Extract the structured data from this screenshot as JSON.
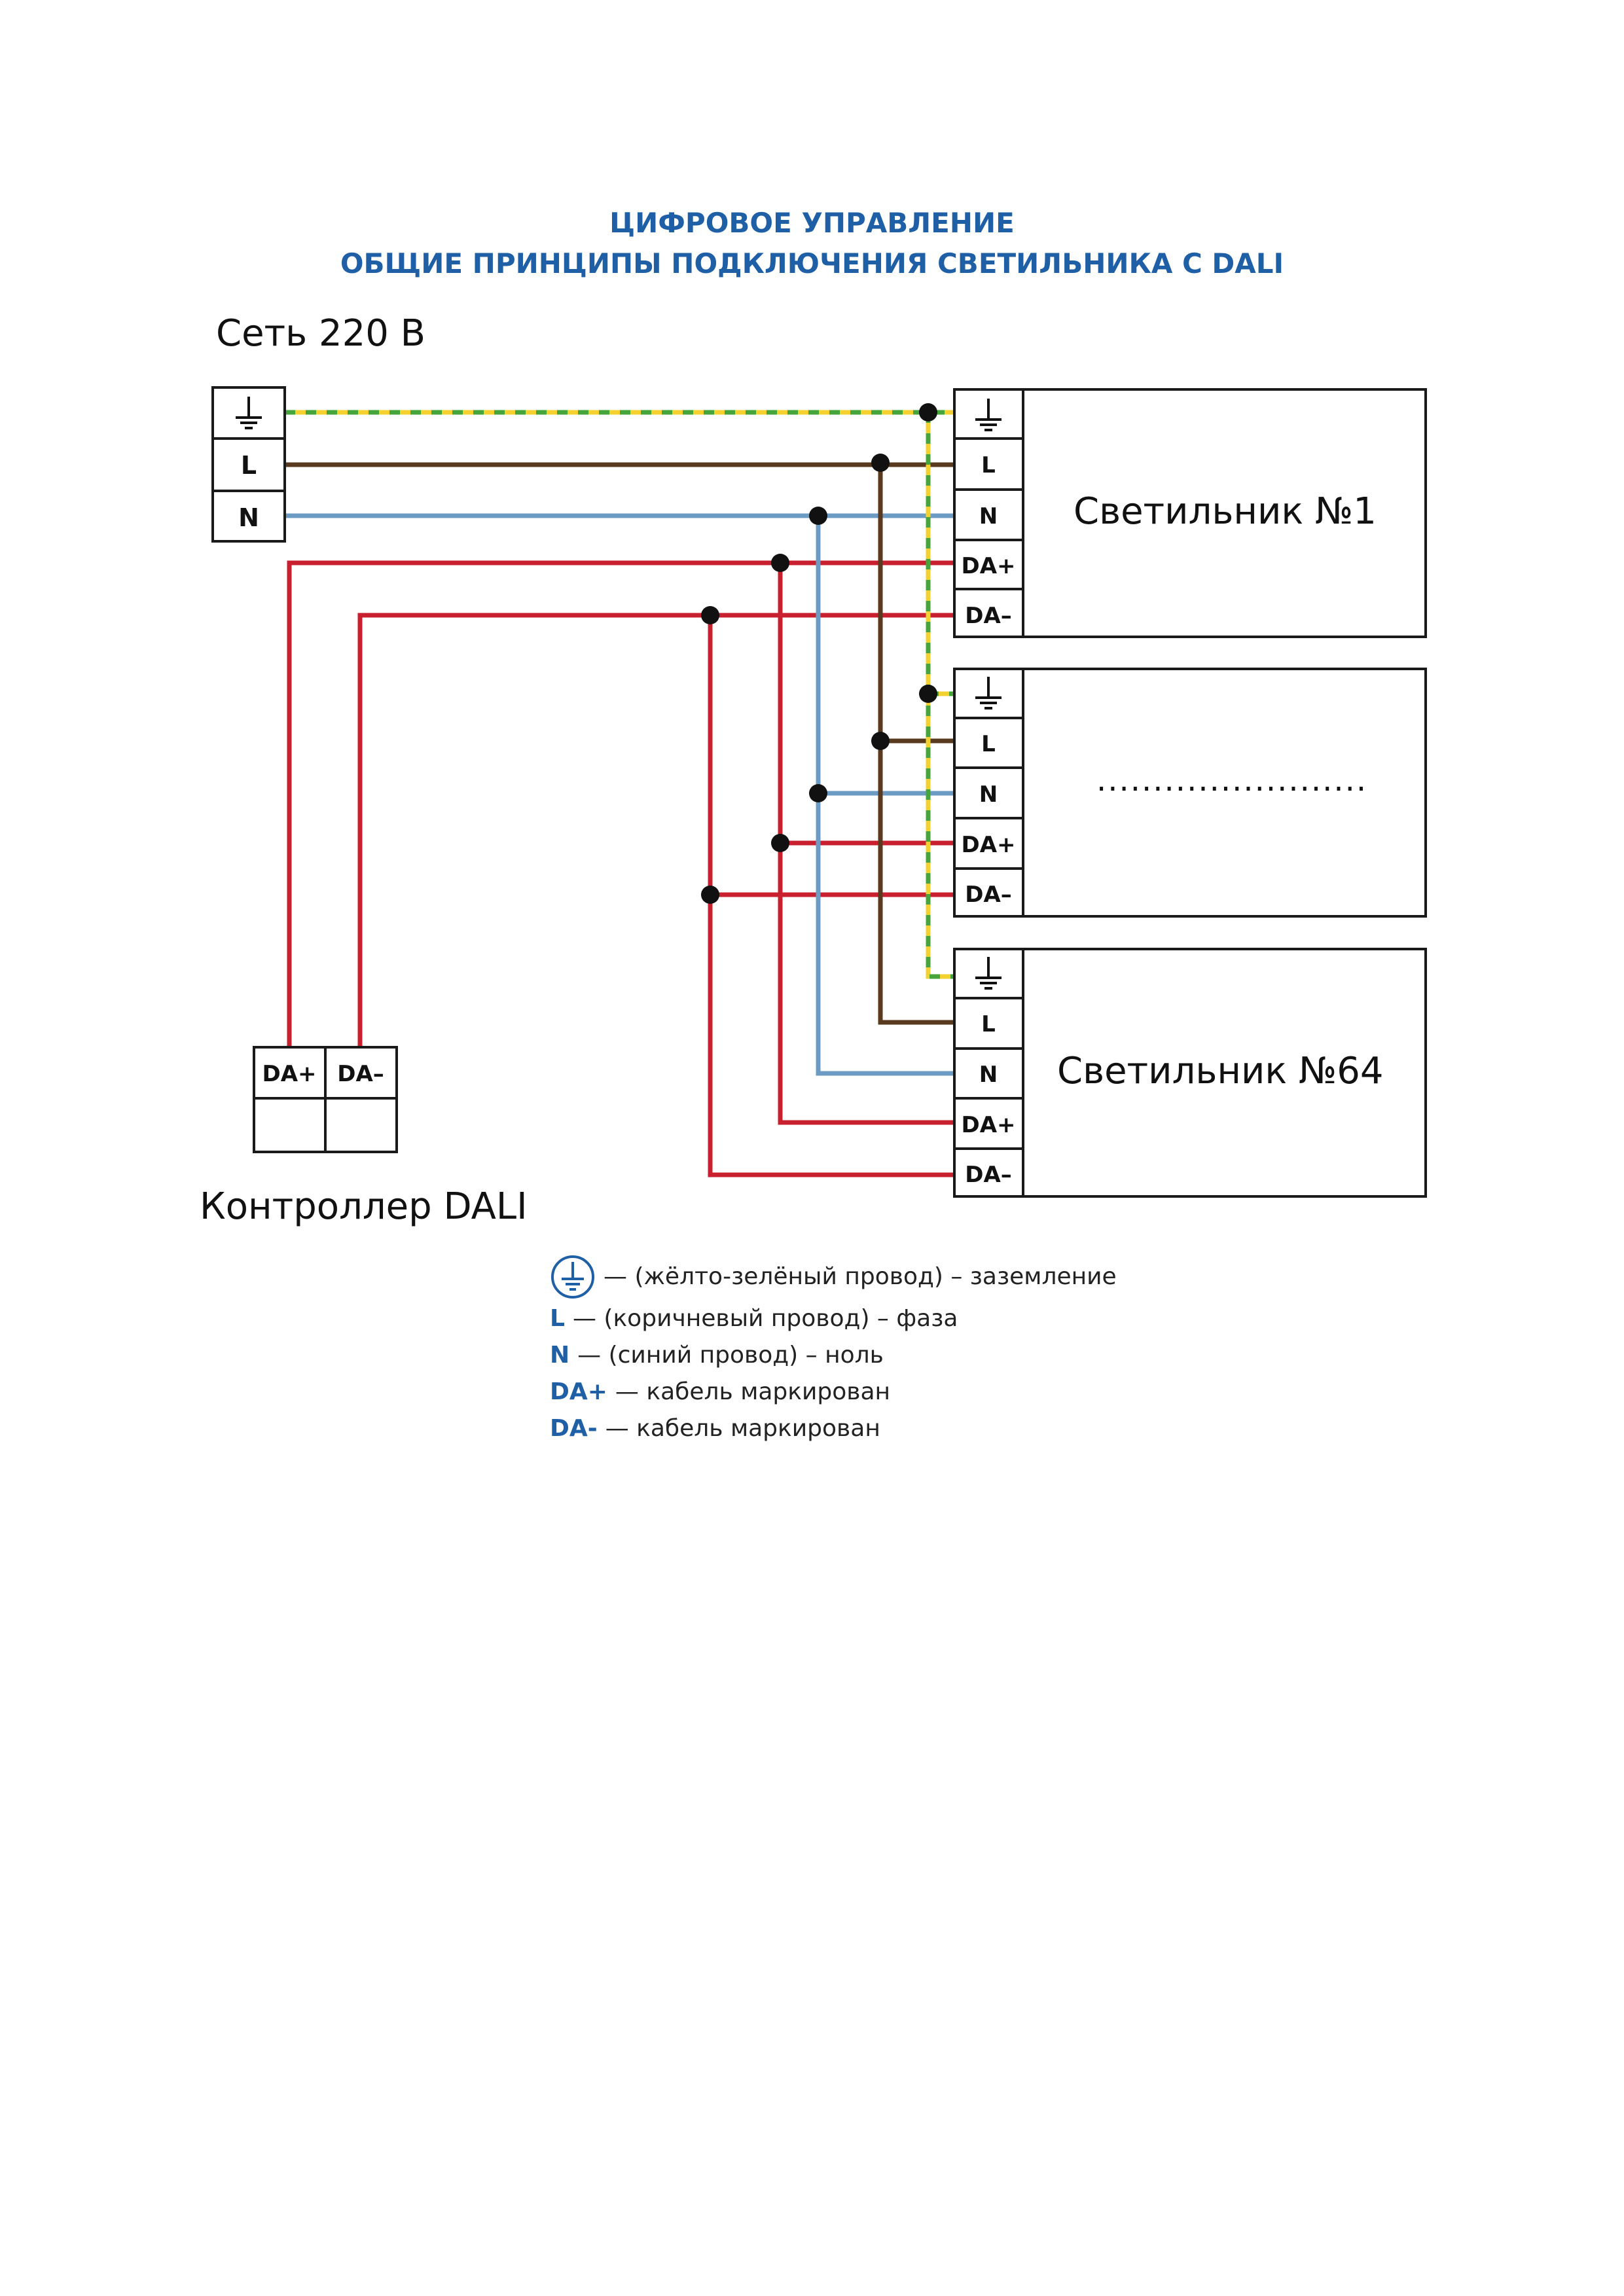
{
  "title": {
    "line1": "ЦИФРОВОЕ УПРАВЛЕНИЕ",
    "line2": "ОБЩИЕ ПРИНЦИПЫ ПОДКЛЮЧЕНИЯ СВЕТИЛЬНИКА С DALI"
  },
  "mains": {
    "label": "Сеть 220 В",
    "terminals": [
      "L",
      "N"
    ]
  },
  "controller": {
    "label": "Контроллер DALI",
    "terminals": [
      "DA+",
      "DA–"
    ]
  },
  "luminaires": [
    {
      "label": "Светильник №1",
      "terminals": [
        "L",
        "N",
        "DA+",
        "DA–"
      ]
    },
    {
      "label": "........................",
      "terminals": [
        "L",
        "N",
        "DA+",
        "DA–"
      ]
    },
    {
      "label": "Светильник №64",
      "terminals": [
        "L",
        "N",
        "DA+",
        "DA–"
      ]
    }
  ],
  "legend": [
    {
      "key": "",
      "text": "— (жёлто-зелёный провод) – заземление",
      "icon": "ground-icon"
    },
    {
      "key": "L",
      "text": "— (коричневый провод) – фаза"
    },
    {
      "key": "N",
      "text": "— (синий провод) – ноль"
    },
    {
      "key": "DA+",
      "text": "— кабель маркирован"
    },
    {
      "key": "DA-",
      "text": "— кабель маркирован"
    }
  ],
  "colors": {
    "title": "#1f5fa6",
    "earth_yellow": "#f2d130",
    "earth_green": "#46a53a",
    "phase_brown": "#5a3a1e",
    "neutral_blue": "#6c9cc4",
    "dali_red": "#c8202f"
  }
}
